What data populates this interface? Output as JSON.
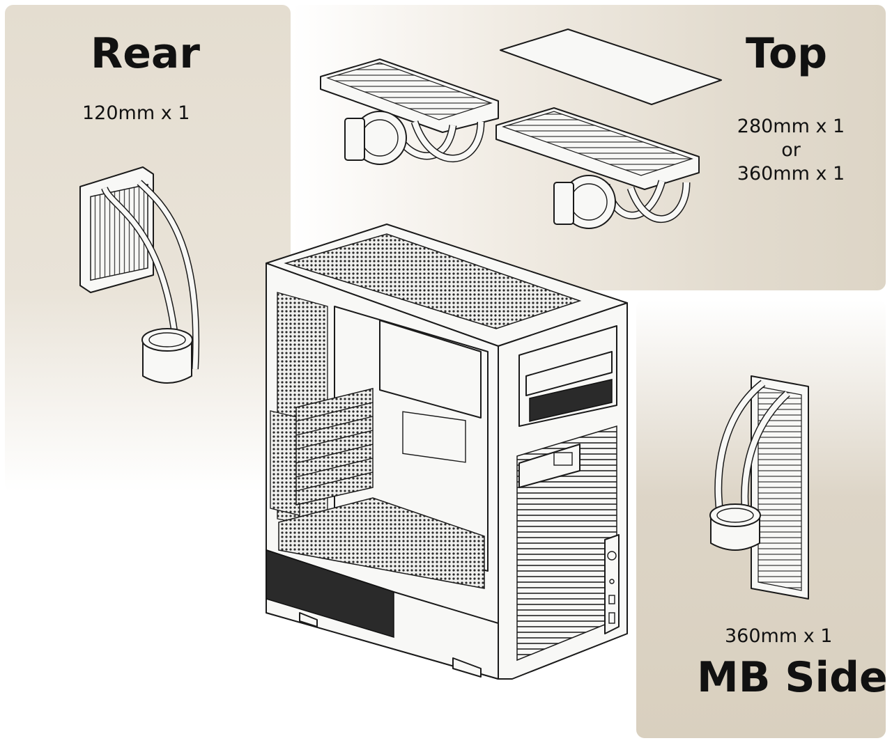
{
  "rear": {
    "title": "Rear",
    "spec": "120mm x 1"
  },
  "top": {
    "title": "Top",
    "spec_line1": "280mm x 1",
    "spec_line2": "or",
    "spec_line3": "360mm x 1"
  },
  "mb_side": {
    "title": "MB Side",
    "spec": "360mm x 1"
  },
  "colors": {
    "panel": "#e2dbce",
    "line": "#1a1a1a",
    "mesh": "#2a2a2a"
  }
}
